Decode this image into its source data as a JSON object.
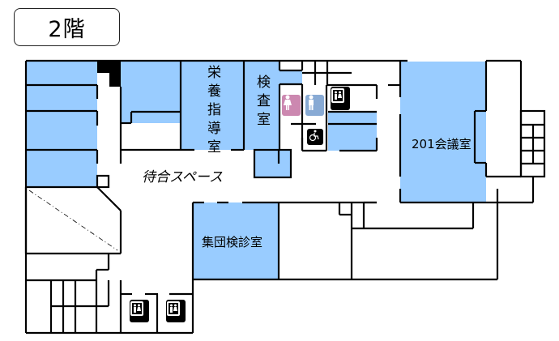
{
  "floor": {
    "label": "2階"
  },
  "rooms": {
    "nutrition": "栄養指導室",
    "exam": "検査室",
    "waiting": "待合スペース",
    "conference": "201会議室",
    "group_exam": "集団検診室"
  },
  "icons": {
    "restroom_female": "female-restroom-icon",
    "restroom_male": "male-restroom-icon",
    "elevator_upper": "elevator-icon",
    "accessible_toilet": "wheelchair-icon",
    "elevator_lower_1": "elevator-icon",
    "elevator_lower_2": "elevator-icon"
  },
  "colors": {
    "room_fill": "#99ccff",
    "wall": "#000000",
    "female": "#cc88b0",
    "male": "#88aad4"
  }
}
